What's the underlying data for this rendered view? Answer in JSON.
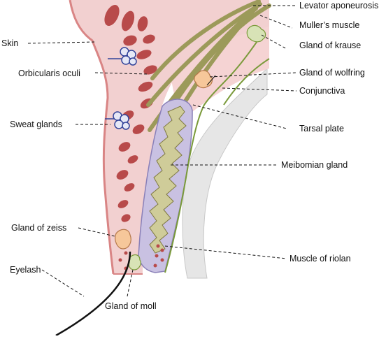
{
  "labels": {
    "levator_aponeurosis": "Levator aponeurosis",
    "mullers_muscle": "Muller’s muscle",
    "gland_of_krause": "Gland of krause",
    "gland_of_wolfring": "Gland of wolfring",
    "conjunctiva": "Conjunctiva",
    "tarsal_plate": "Tarsal plate",
    "meibomian_gland": "Meibomian gland",
    "muscle_of_riolan": "Muscle of riolan",
    "skin": "Skin",
    "orbicularis_oculi": "Orbicularis oculi",
    "sweat_glands": "Sweat glands",
    "gland_of_zeiss": "Gland of zeiss",
    "eyelash": "Eyelash",
    "gland_of_moll": "Gland of moll"
  },
  "colors": {
    "skin_fill": "#f2d0d0",
    "skin_edge": "#d98585",
    "muscle": "#b84a4a",
    "aponeurosis": "#9c9a5a",
    "tarsal_plate": "#c9c1e2",
    "meibomian": "#cfcc99",
    "gland_orange": "#f6c79a",
    "gland_green": "#d8e3b6",
    "sweat_gland": "#33449a",
    "conjunctiva_line": "#7a9a3a",
    "globe": "#e6e6e6"
  }
}
